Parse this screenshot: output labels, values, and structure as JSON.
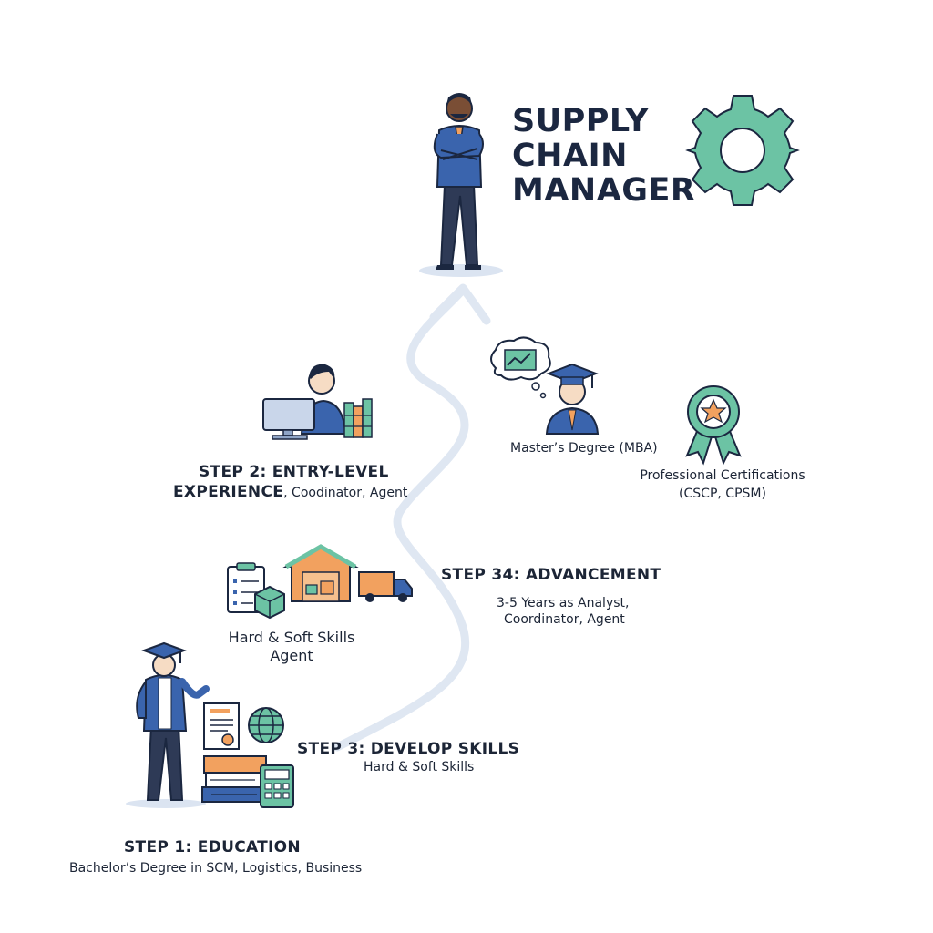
{
  "title": {
    "line1": "SUPPLY",
    "line2": "CHAIN",
    "line3": "MANAGER"
  },
  "step1": {
    "heading": "STEP 1: EDUCATION",
    "detail": "Bachelor’s Degree in SCM, Logistics, Business"
  },
  "step2": {
    "heading_line1": "STEP 2: ENTRY-LEVEL",
    "heading_line2": "EXPERIENCE",
    "detail": ", Coodinator, Agent"
  },
  "step3": {
    "heading": "STEP 3: DEVELOP SKILLS",
    "detail": "Hard & Soft Skills"
  },
  "step34": {
    "heading": "STEP 34: ADVANCEMENT",
    "detail_line1": "3-5 Years as Analyst,",
    "detail_line2": "Coordinator, Agent"
  },
  "skills_cluster": {
    "line1": "Hard & Soft Skills",
    "line2": "Agent"
  },
  "masters": {
    "label": "Master’s Degree (MBA)"
  },
  "certifications": {
    "line1": "Professional Certifications",
    "line2": "(CSCP, CPSM)"
  },
  "colors": {
    "navy": "#1b2740",
    "blue": "#3a64ad",
    "teal": "#6cc3a4",
    "orange": "#f2a15f",
    "path": "#dfe7f2"
  },
  "icons": [
    "gear-icon",
    "chart-bubble-icon",
    "graduation-cap-icon",
    "certificate-ribbon-icon",
    "computer-icon",
    "binders-icon",
    "clipboard-icon",
    "box-icon",
    "warehouse-icon",
    "truck-icon",
    "diploma-icon",
    "globe-icon",
    "books-icon",
    "calculator-icon"
  ]
}
